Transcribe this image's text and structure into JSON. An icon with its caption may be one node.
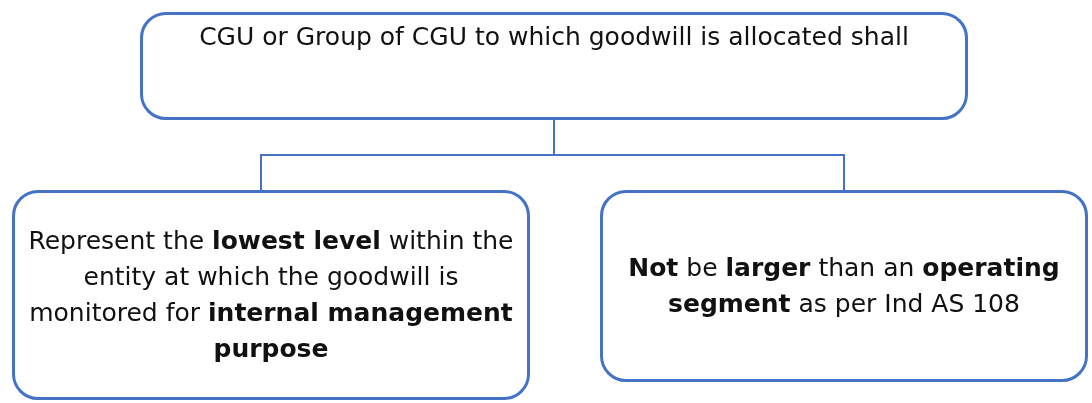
{
  "diagram": {
    "nodes": [
      {
        "text": [
          "CGU or Group of CGU to which goodwill is allocated shall"
        ]
      },
      {
        "text": [
          "Represent the **lowest level** within the entity at which the goodwill is monitored for **internal management purpose**"
        ]
      },
      {
        "text": [
          "**Not** be **larger** than an **operating segment** as per Ind AS 108"
        ]
      }
    ],
    "edges": [
      {
        "from": 0,
        "to": 1,
        "arrow": "none"
      },
      {
        "from": 0,
        "to": 2,
        "arrow": "none"
      }
    ]
  }
}
